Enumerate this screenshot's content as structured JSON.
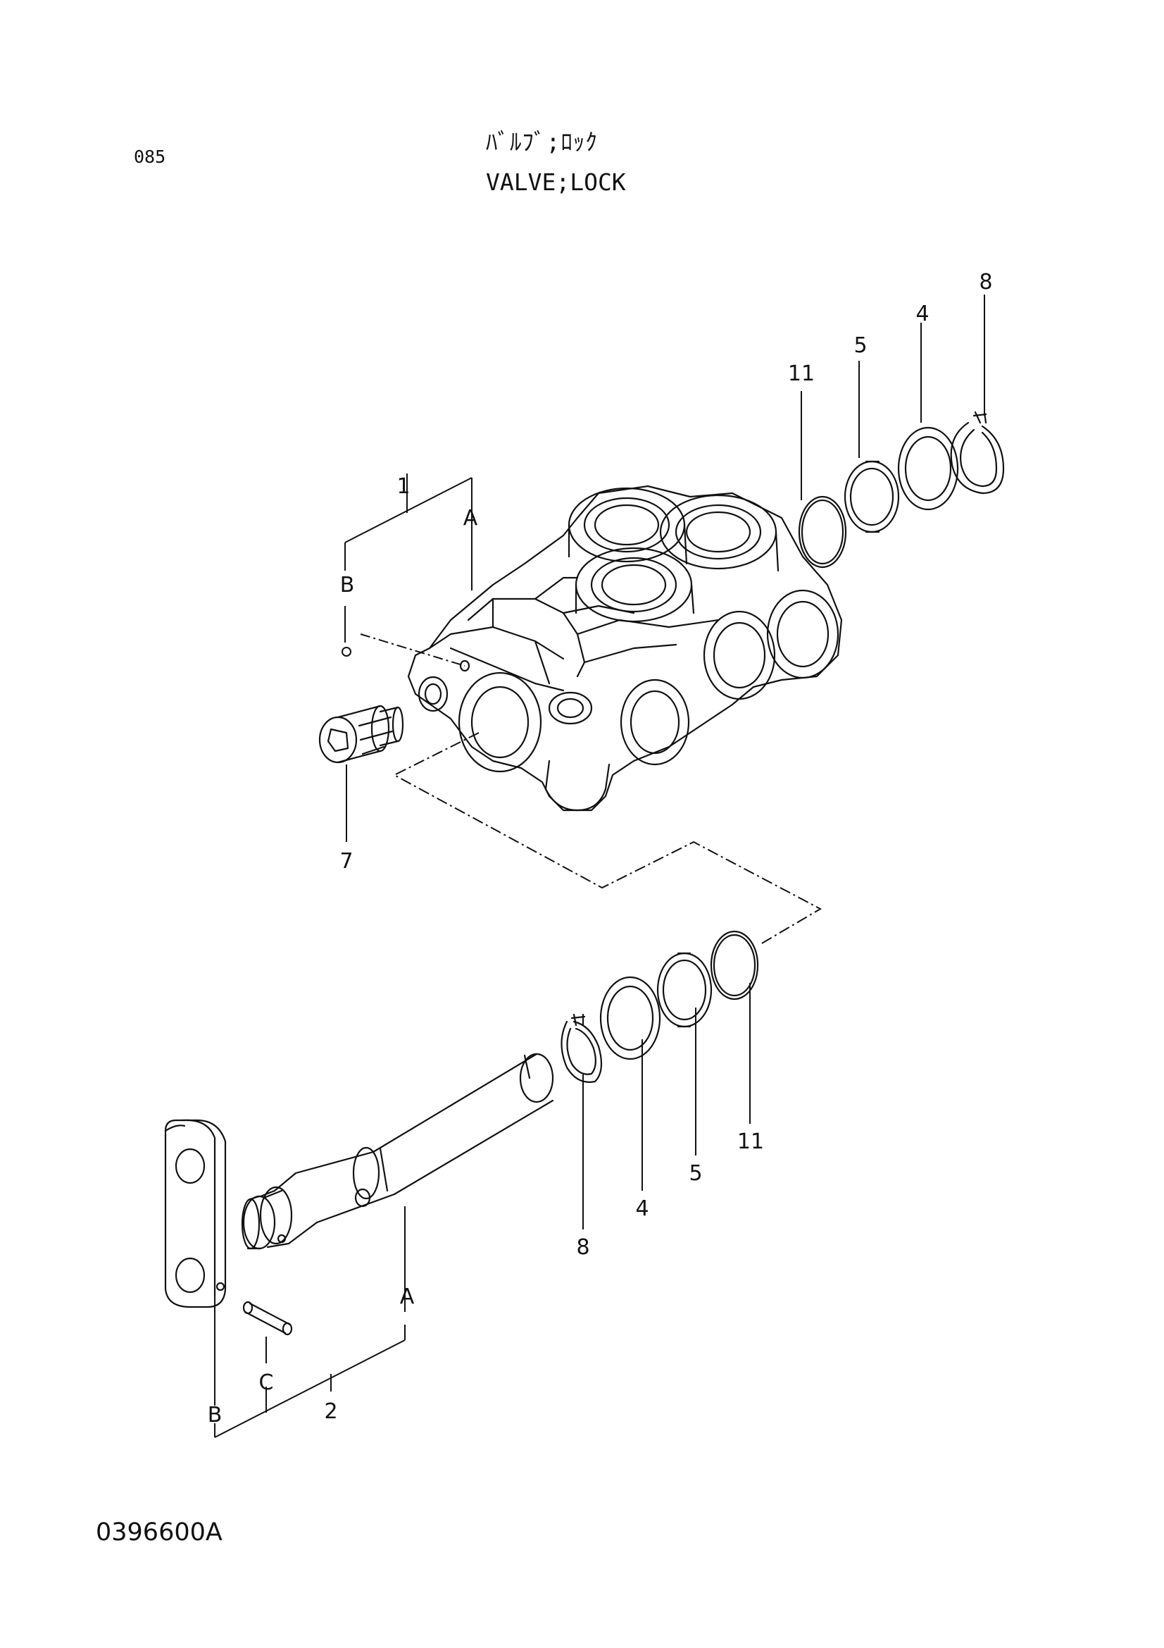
{
  "header": {
    "page_number": "085",
    "title_jp": "ﾊﾞﾙﾌﾞ;ﾛｯｸ",
    "title_en": "VALVE;LOCK"
  },
  "footer": {
    "drawing_code": "0396600A"
  },
  "callouts": {
    "valve_body": "1",
    "shaft_assembly": "2",
    "washer_upper": "4",
    "washer_lower": "4",
    "ring_upper": "5",
    "ring_lower": "5",
    "screw": "7",
    "snap_ring_upper": "8",
    "snap_ring_lower": "8",
    "o_ring_upper": "11",
    "o_ring_lower": "11"
  },
  "sub_labels": {
    "body_a": "A",
    "body_b": "B",
    "shaft_a": "A",
    "shaft_b": "B",
    "shaft_c": "C"
  },
  "colors": {
    "ink": "#111111",
    "paper": "#ffffff"
  }
}
